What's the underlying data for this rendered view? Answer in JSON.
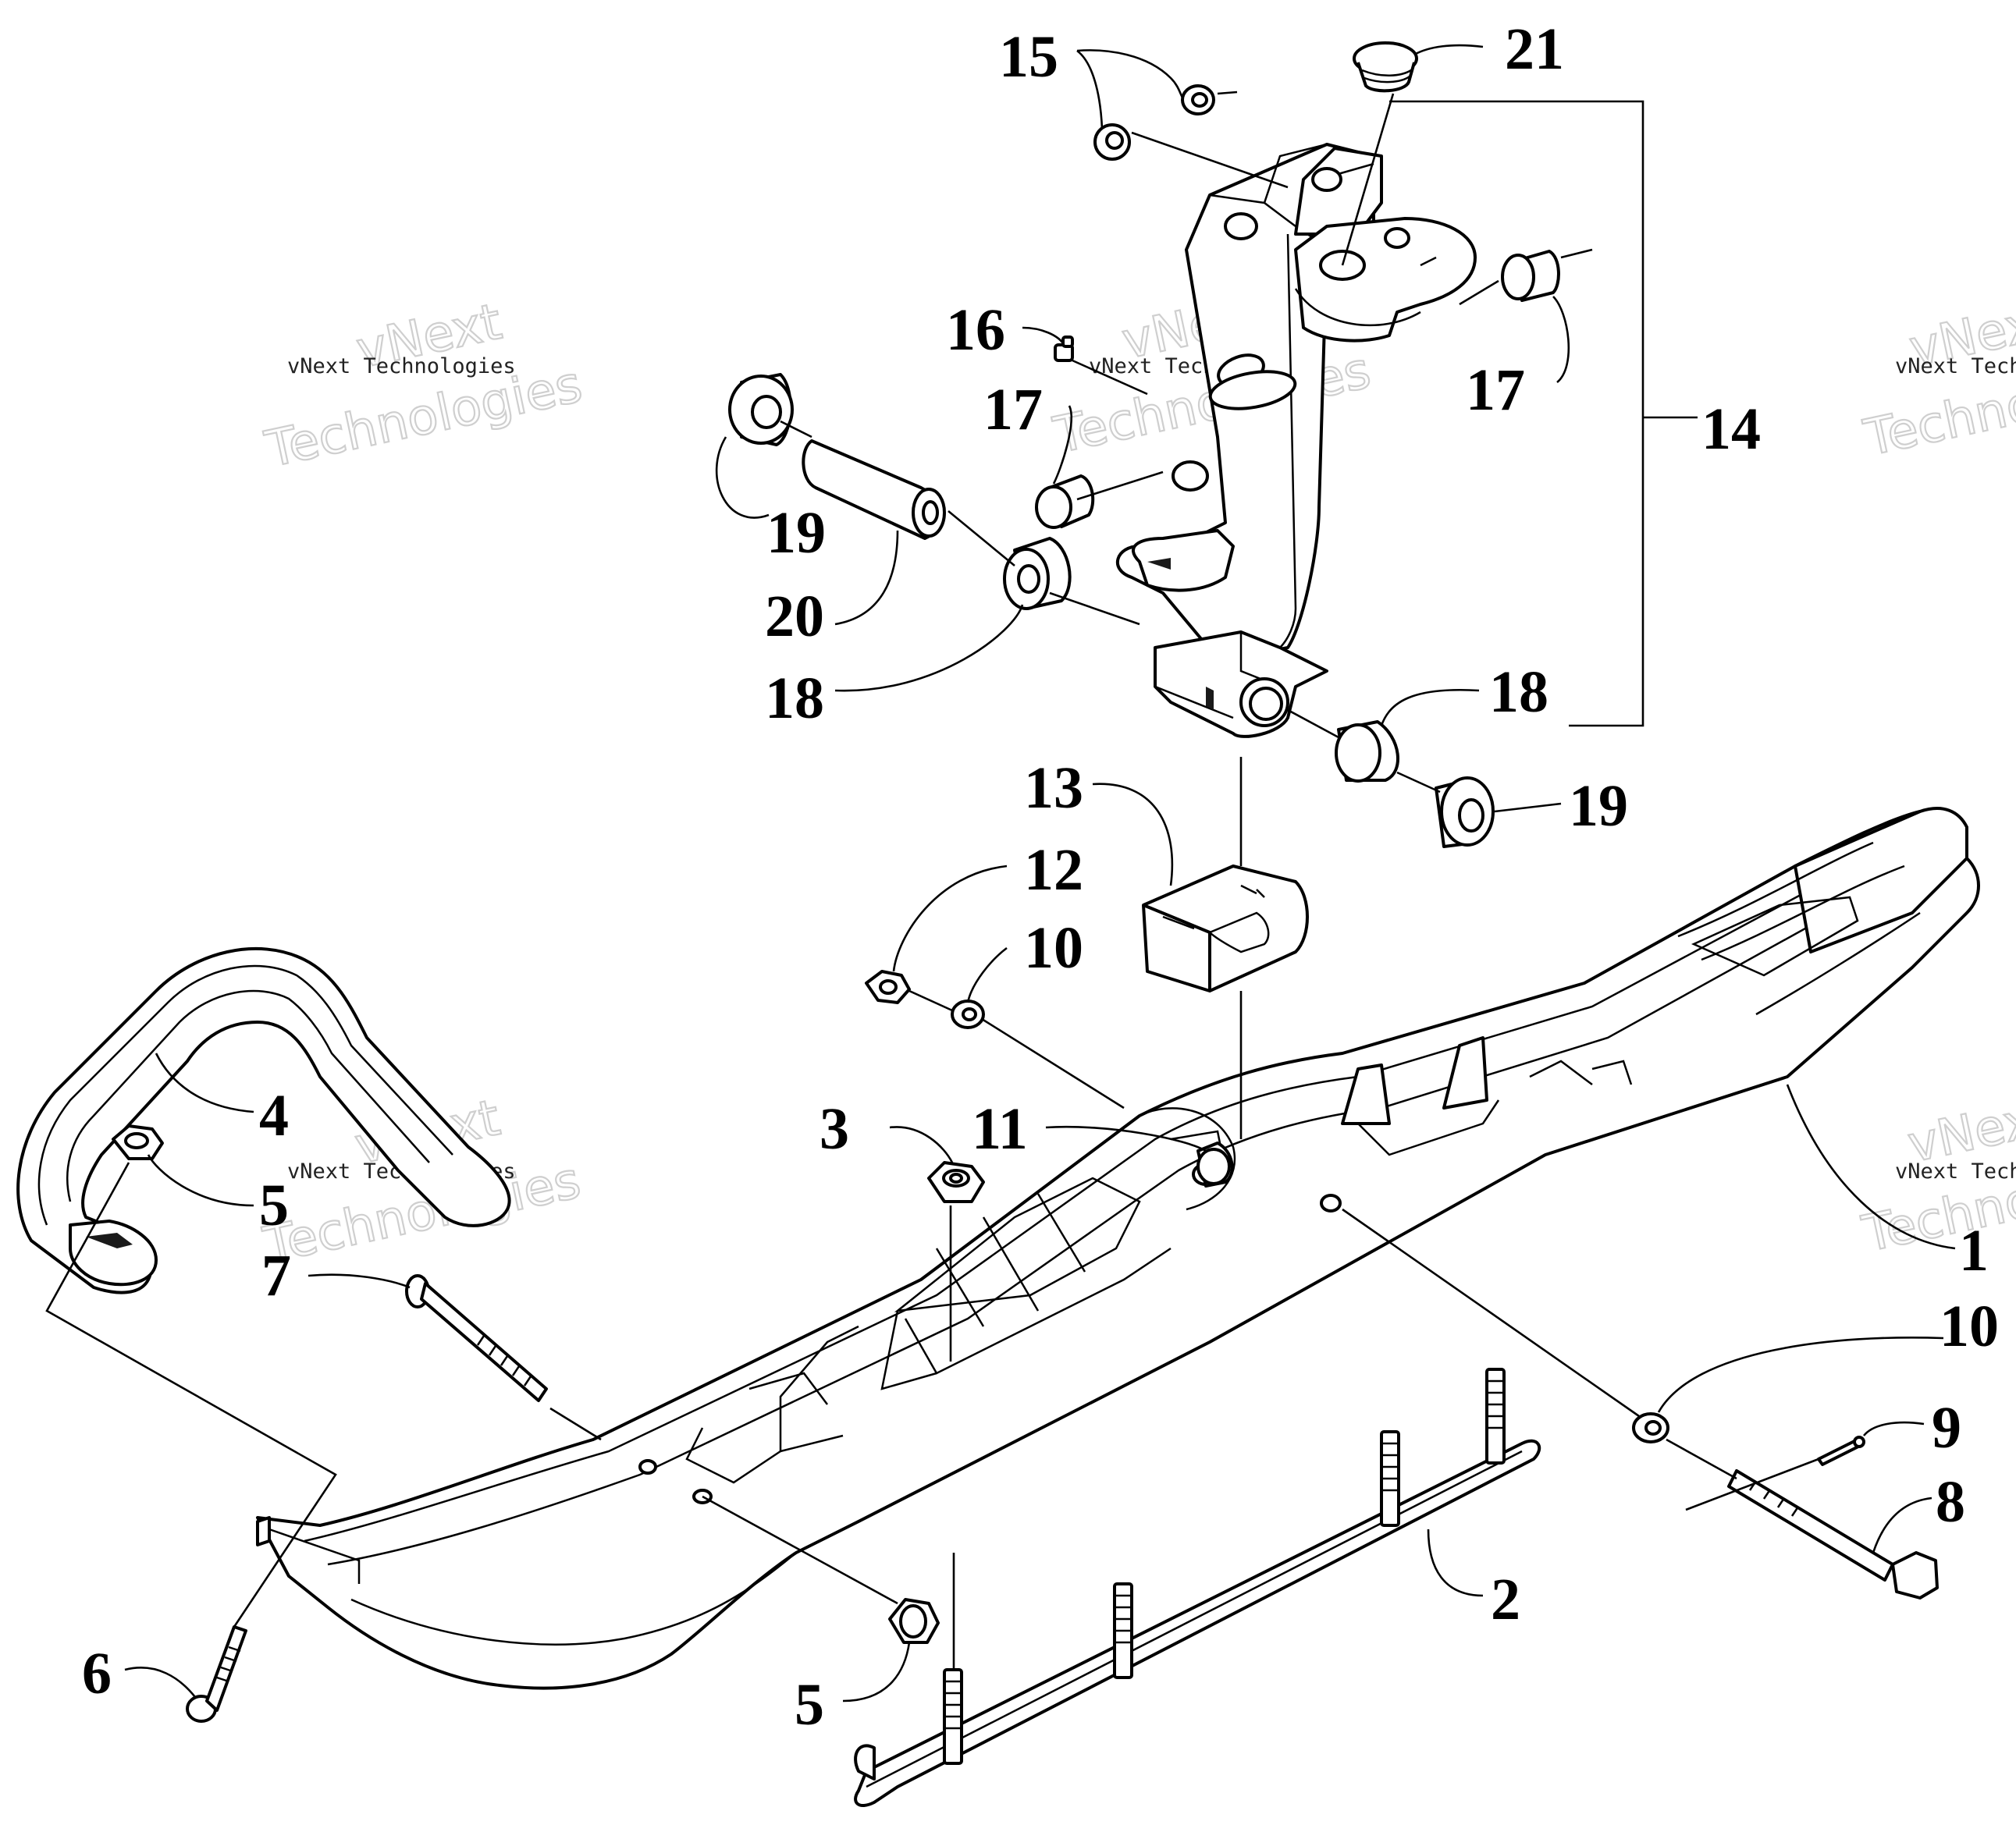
{
  "watermark": {
    "company": "vNext Technologies",
    "line1": "vNext",
    "line2": "Technologies"
  },
  "callouts": {
    "c1": "1",
    "c2": "2",
    "c3": "3",
    "c4": "4",
    "c5a": "5",
    "c5b": "5",
    "c6": "6",
    "c7": "7",
    "c8": "8",
    "c9": "9",
    "c10a": "10",
    "c10b": "10",
    "c11": "11",
    "c12": "12",
    "c13": "13",
    "c14": "14",
    "c15": "15",
    "c16": "16",
    "c17a": "17",
    "c17b": "17",
    "c18a": "18",
    "c18b": "18",
    "c19a": "19",
    "c19b": "19",
    "c20": "20",
    "c21": "21"
  }
}
